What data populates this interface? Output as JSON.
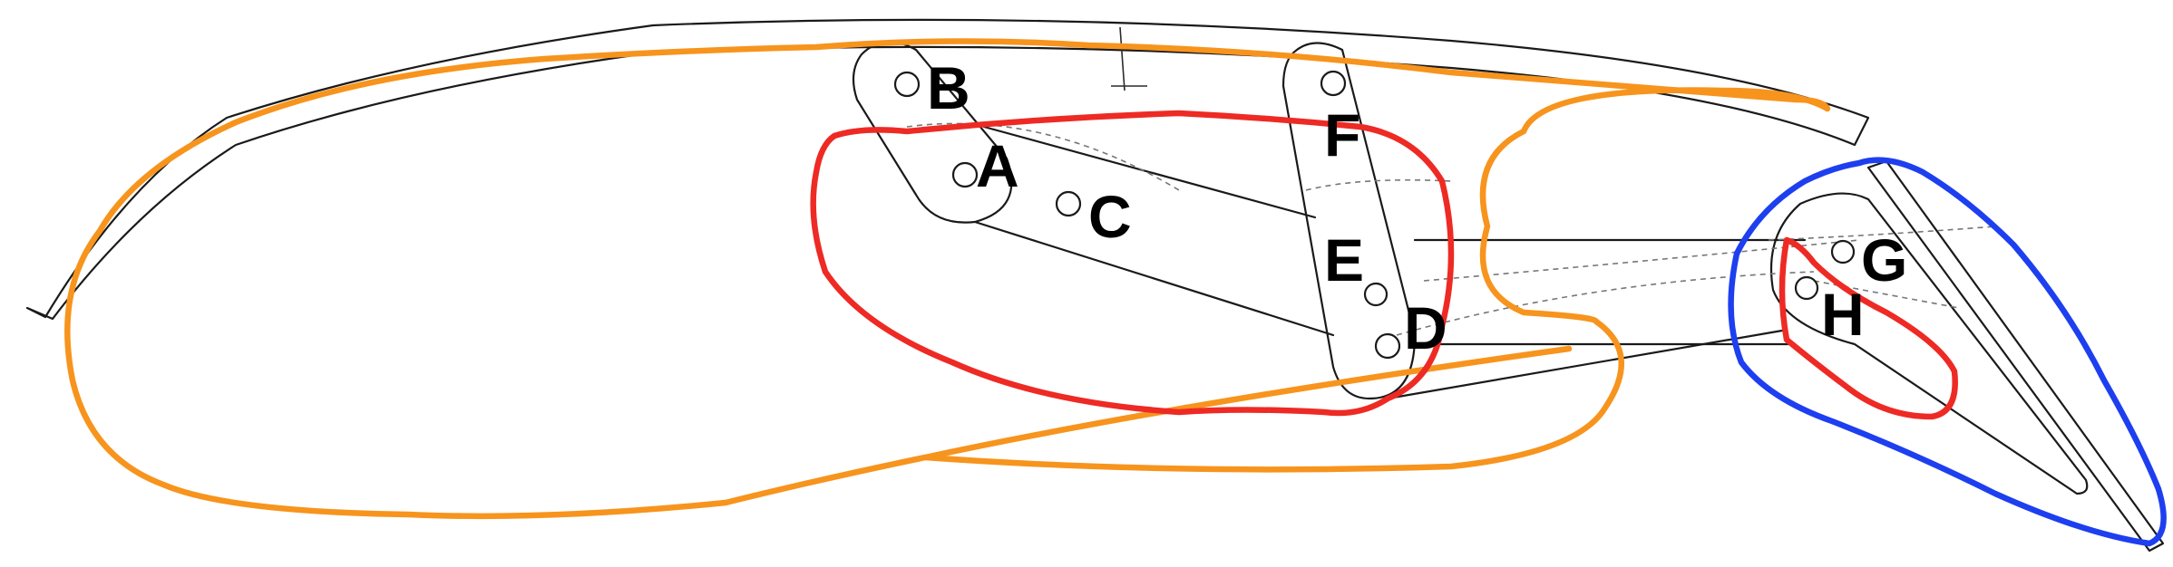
{
  "labels": {
    "A": "A",
    "B": "B",
    "C": "C",
    "D": "D",
    "E": "E",
    "F": "F",
    "G": "G",
    "H": "H"
  },
  "colors": {
    "orange_loop": "#f7941d",
    "red_loop": "#ee2a24",
    "blue_loop": "#1d3fef",
    "line_art": "#1a1a1a"
  }
}
